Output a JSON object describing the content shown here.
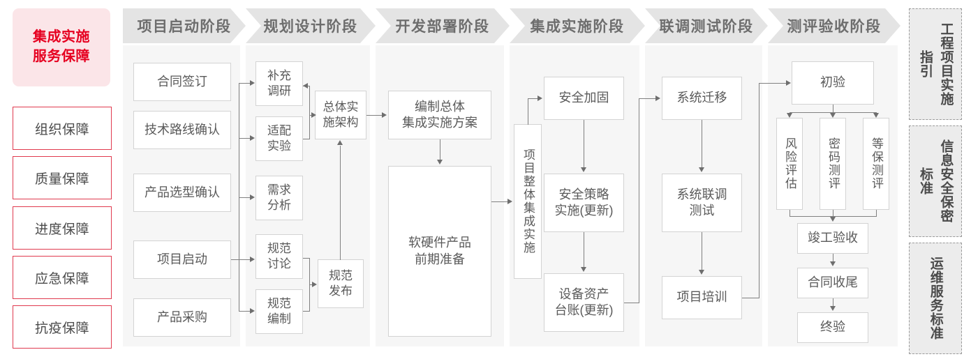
{
  "sidebar": {
    "title": "集成实施\n服务保障",
    "title_line1": "集成实施",
    "title_line2": "服务保障",
    "items": [
      {
        "label": "组织保障"
      },
      {
        "label": "质量保障"
      },
      {
        "label": "进度保障"
      },
      {
        "label": "应急保障"
      },
      {
        "label": "抗疫保障"
      }
    ],
    "accent_color": "#e0394e",
    "title_bg": "#fbe5e8",
    "title_color": "#e60020"
  },
  "stages": [
    {
      "id": "stage-1",
      "header": "项目启动阶段",
      "nodes": [
        {
          "id": "n-hetong",
          "label": "合同签订"
        },
        {
          "id": "n-jishu",
          "label": "技术路线确认"
        },
        {
          "id": "n-chanpin",
          "label": "产品选型确认"
        },
        {
          "id": "n-qidong",
          "label": "项目启动"
        },
        {
          "id": "n-caigou",
          "label": "产品采购"
        }
      ]
    },
    {
      "id": "stage-2",
      "header": "规划设计阶段",
      "nodes": [
        {
          "id": "n-buchong",
          "label": "补充\n调研",
          "l1": "补充",
          "l2": "调研"
        },
        {
          "id": "n-shipei",
          "label": "适配\n实验",
          "l1": "适配",
          "l2": "实验"
        },
        {
          "id": "n-xuqiu",
          "label": "需求\n分析",
          "l1": "需求",
          "l2": "分析"
        },
        {
          "id": "n-guifantl",
          "label": "规范\n讨论",
          "l1": "规范",
          "l2": "讨论"
        },
        {
          "id": "n-guifanbz",
          "label": "规范\n编制",
          "l1": "规范",
          "l2": "编制"
        },
        {
          "id": "n-guifanfb",
          "label": "规范\n发布",
          "l1": "规范",
          "l2": "发布"
        },
        {
          "id": "n-zongti",
          "label": "总体实\n施架构",
          "l1": "总体实",
          "l2": "施架构"
        }
      ]
    },
    {
      "id": "stage-3",
      "header": "开发部署阶段",
      "nodes": [
        {
          "id": "n-bianzhi",
          "label": "编制总体\n集成实施方案",
          "l1": "编制总体",
          "l2": "集成实施方案"
        },
        {
          "id": "n-ruanying",
          "label": "软硬件产品\n前期准备",
          "l1": "软硬件产品",
          "l2": "前期准备"
        }
      ]
    },
    {
      "id": "stage-4",
      "header": "集成实施阶段",
      "nodes": [
        {
          "id": "n-zhengti",
          "label": "项目整体集成实施"
        },
        {
          "id": "n-anquanjg",
          "label": "安全加固"
        },
        {
          "id": "n-anquance",
          "label": "安全策略\n实施(更新)",
          "l1": "安全策略",
          "l2": "实施(更新)"
        },
        {
          "id": "n-shebei",
          "label": "设备资产\n台账(更新)",
          "l1": "设备资产",
          "l2": "台账(更新)"
        }
      ]
    },
    {
      "id": "stage-5",
      "header": "联调测试阶段",
      "nodes": [
        {
          "id": "n-qianyi",
          "label": "系统迁移"
        },
        {
          "id": "n-liantiao",
          "label": "系统联调\n测试",
          "l1": "系统联调",
          "l2": "测试"
        },
        {
          "id": "n-peixun",
          "label": "项目培训"
        }
      ]
    },
    {
      "id": "stage-6",
      "header": "测评验收阶段",
      "nodes": [
        {
          "id": "n-chuyan",
          "label": "初验"
        },
        {
          "id": "n-fengxian",
          "label": "风险评估"
        },
        {
          "id": "n-mima",
          "label": "密码测评"
        },
        {
          "id": "n-dengbao",
          "label": "等保测评"
        },
        {
          "id": "n-jungong",
          "label": "竣工验收"
        },
        {
          "id": "n-shouwei",
          "label": "合同收尾"
        },
        {
          "id": "n-zhongyan",
          "label": "终验"
        }
      ]
    }
  ],
  "rail": [
    {
      "id": "rail-1",
      "label": "工程项目实施指引"
    },
    {
      "id": "rail-2",
      "label": "信息安全保密标准"
    },
    {
      "id": "rail-3",
      "label": "运维服务标准"
    }
  ],
  "colors": {
    "panel_bg": "#f6f6f6",
    "header_bg": "#e4e4e4",
    "header_text": "#6d6d6d",
    "node_border": "#d3d3d3",
    "node_text": "#5a5a5a",
    "connector": "#808080",
    "rail_bg": "#ececec",
    "rail_border": "#9a9a9a"
  }
}
